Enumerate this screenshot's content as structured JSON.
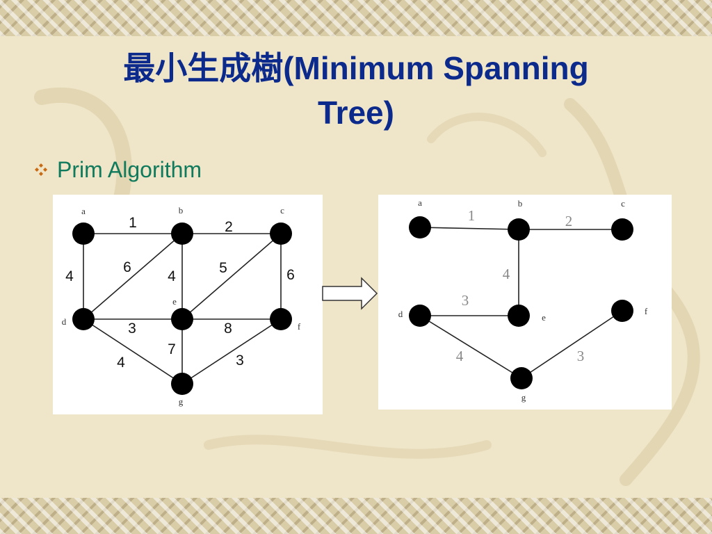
{
  "slide": {
    "title_line1": "最小生成樹(Minimum Spanning",
    "title_line2": "Tree)",
    "bullet_text": "Prim Algorithm",
    "accent_color": "#0b2a8c",
    "bullet_color": "#0f7a5c",
    "bullet_icon": "four-diamond-icon"
  },
  "graph_original": {
    "nodes": [
      "a",
      "b",
      "c",
      "d",
      "e",
      "f",
      "g"
    ],
    "edges": [
      {
        "from": "a",
        "to": "b",
        "weight": "1"
      },
      {
        "from": "b",
        "to": "c",
        "weight": "2"
      },
      {
        "from": "a",
        "to": "d",
        "weight": "4"
      },
      {
        "from": "b",
        "to": "d",
        "weight": "6"
      },
      {
        "from": "b",
        "to": "e",
        "weight": "4"
      },
      {
        "from": "c",
        "to": "e",
        "weight": "5"
      },
      {
        "from": "c",
        "to": "f",
        "weight": "6"
      },
      {
        "from": "d",
        "to": "e",
        "weight": "3"
      },
      {
        "from": "e",
        "to": "f",
        "weight": "8"
      },
      {
        "from": "d",
        "to": "g",
        "weight": "4"
      },
      {
        "from": "e",
        "to": "g",
        "weight": "7"
      },
      {
        "from": "f",
        "to": "g",
        "weight": "3"
      }
    ]
  },
  "graph_mst": {
    "nodes": [
      "a",
      "b",
      "c",
      "d",
      "e",
      "f",
      "g"
    ],
    "edges": [
      {
        "from": "a",
        "to": "b",
        "weight": "1"
      },
      {
        "from": "b",
        "to": "c",
        "weight": "2"
      },
      {
        "from": "b",
        "to": "e",
        "weight": "4"
      },
      {
        "from": "d",
        "to": "e",
        "weight": "3"
      },
      {
        "from": "d",
        "to": "g",
        "weight": "4"
      },
      {
        "from": "f",
        "to": "g",
        "weight": "3"
      }
    ]
  }
}
